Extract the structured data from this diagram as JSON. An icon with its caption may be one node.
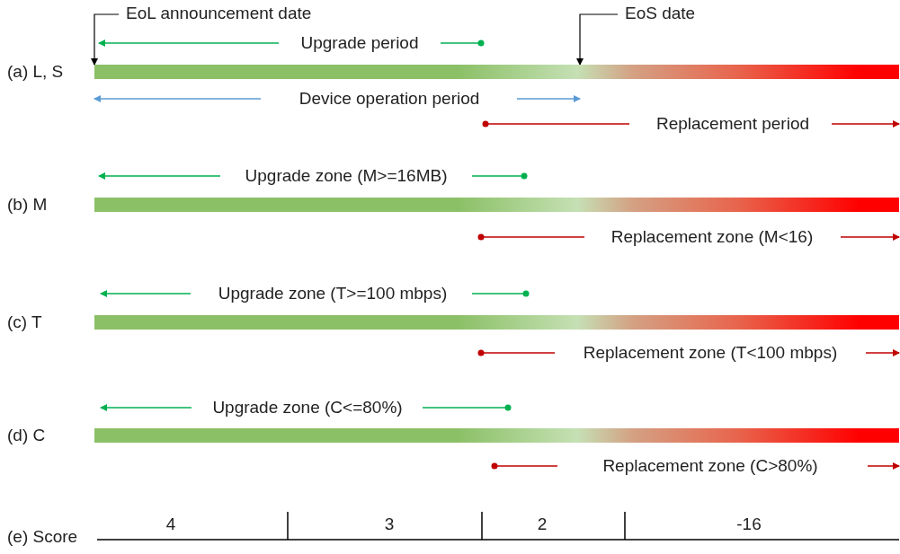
{
  "diagram": {
    "nodes": [
      {
        "text": [
          "EoL announcement date"
        ]
      },
      {
        "text": [
          "EoS date"
        ]
      },
      {
        "text": [],
        "shape": "bar",
        "beside": [
          "(a) L, S"
        ]
      },
      {
        "text": [],
        "shape": "bar",
        "beside": [
          "(b) M"
        ]
      },
      {
        "text": [],
        "shape": "bar",
        "beside": [
          "(c) T"
        ]
      },
      {
        "text": [],
        "shape": "bar",
        "beside": [
          "(d) C"
        ]
      }
    ],
    "edges": [
      {
        "from": 0,
        "to": 2,
        "arrow": "to"
      },
      {
        "from": 1,
        "to": 2,
        "arrow": "to"
      }
    ],
    "labels": [
      "Upgrade period",
      "Device operation period",
      "Replacement period",
      "Upgrade zone (M>=16MB)",
      "Replacement zone (M<16)",
      "Upgrade zone (T>=100 mbps)",
      "Replacement zone (T<100 mbps)",
      "Upgrade zone (C<=80%)",
      "Replacement zone (C>80%)",
      "(e) Score",
      "4",
      "3",
      "2",
      "-16"
    ]
  }
}
